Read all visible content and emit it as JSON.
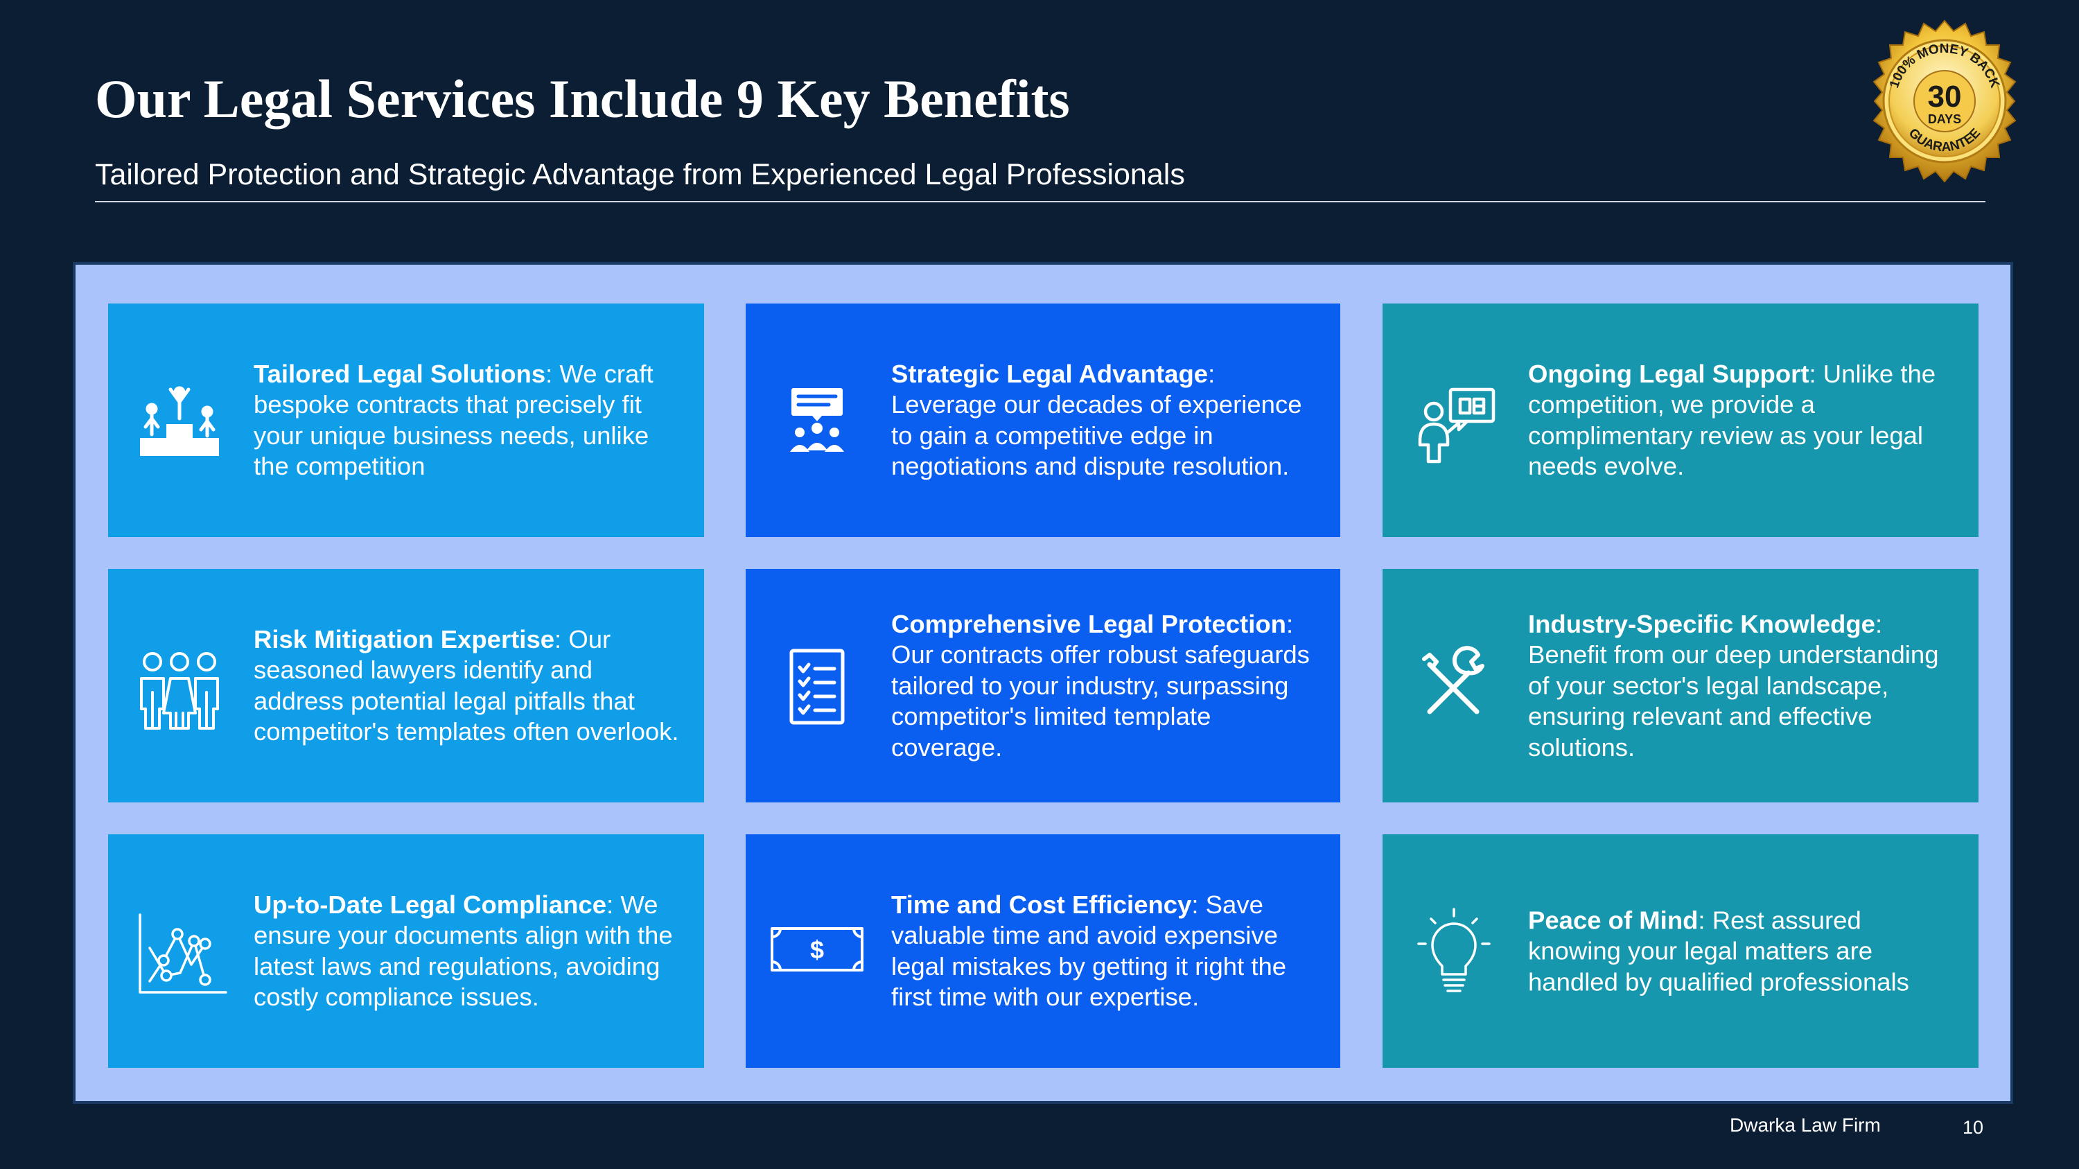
{
  "slide": {
    "title": "Our Legal Services Include 9 Key Benefits",
    "subtitle": "Tailored Protection and Strategic Advantage from Experienced Legal Professionals"
  },
  "seal": {
    "top_text": "100% MONEY BACK",
    "number": "30",
    "unit": "DAYS",
    "bottom_text": "GUARANTEE"
  },
  "benefits": [
    {
      "heading": "Tailored Legal Solutions",
      "body": ": We craft bespoke contracts that precisely fit your unique business needs, unlike the competition",
      "icon": "podium-people-icon"
    },
    {
      "heading": "Strategic Legal Advantage",
      "body": ": Leverage our decades of experience to gain a competitive edge in negotiations and dispute resolution.",
      "icon": "presentation-group-icon"
    },
    {
      "heading": "Ongoing Legal Support",
      "body": ": Unlike the competition, we provide a complimentary review as your legal needs evolve.",
      "icon": "support-consultant-icon"
    },
    {
      "heading": "Risk Mitigation Expertise",
      "body": ": Our seasoned lawyers identify and address potential legal pitfalls that competitor's templates often overlook.",
      "icon": "team-people-icon"
    },
    {
      "heading": "Comprehensive Legal Protection",
      "body": ": Our contracts offer robust safeguards tailored to your industry, surpassing competitor's limited template coverage.",
      "icon": "checklist-icon"
    },
    {
      "heading": "Industry-Specific Knowledge",
      "body": ": Benefit from our deep understanding of your sector's legal landscape, ensuring relevant and effective solutions.",
      "icon": "tools-icon"
    },
    {
      "heading": "Up-to-Date Legal Compliance",
      "body": ": We ensure your documents align with the latest laws and regulations, avoiding costly compliance issues.",
      "icon": "line-chart-icon"
    },
    {
      "heading": "Time and Cost Efficiency",
      "body": ": Save valuable time and avoid expensive legal mistakes by getting it right the first time with our expertise.",
      "icon": "dollar-bill-icon"
    },
    {
      "heading": "Peace of Mind",
      "body": ": Rest assured knowing your legal matters are handled by qualified professionals",
      "icon": "lightbulb-icon"
    }
  ],
  "footer": {
    "firm": "Dwarka Law Firm",
    "page": "10"
  },
  "colors": {
    "background": "#0b1e33",
    "panel": "#abc3fb",
    "card_light_blue": "#119ee9",
    "card_royal_blue": "#0b5ff0",
    "card_teal": "#1797ad",
    "seal_gold": "#e7b12a"
  }
}
